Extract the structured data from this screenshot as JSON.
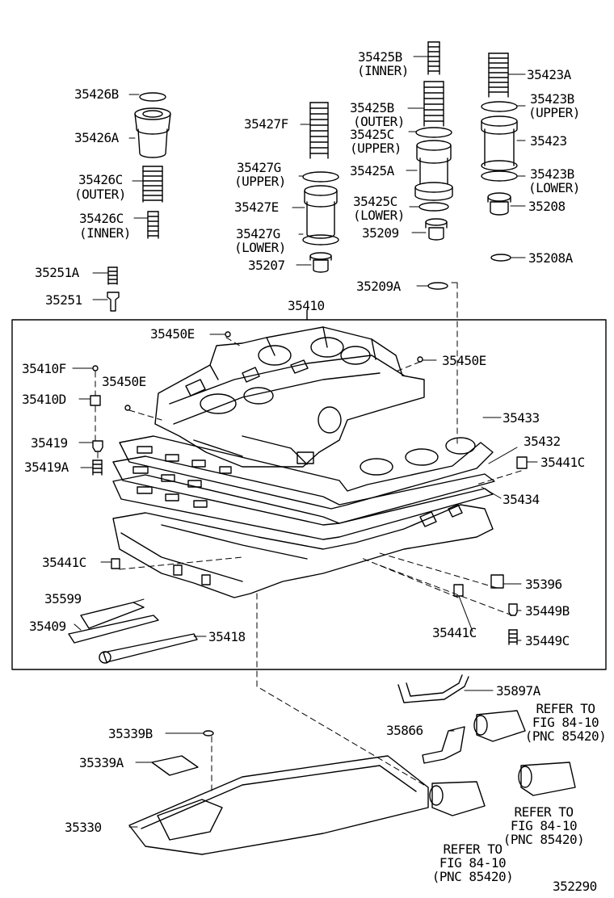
{
  "diagram_code": "352290",
  "group_label": "35410",
  "parts": {
    "p35426B": "35426B",
    "p35426A": "35426A",
    "p35426C_outer": "35426C",
    "p35426C_inner": "35426C",
    "p35251A": "35251A",
    "p35251": "35251",
    "p35427F": "35427F",
    "p35427G_upper": "35427G",
    "p35427E": "35427E",
    "p35427G_lower": "35427G",
    "p35207": "35207",
    "p35425B_inner": "35425B",
    "p35425B_outer": "35425B",
    "p35425C_upper": "35425C",
    "p35425A": "35425A",
    "p35425C_lower": "35425C",
    "p35209": "35209",
    "p35209A": "35209A",
    "p35423A": "35423A",
    "p35423B_upper": "35423B",
    "p35423": "35423",
    "p35423B_lower": "35423B",
    "p35208": "35208",
    "p35208A": "35208A",
    "p35450E_a": "35450E",
    "p35450E_b": "35450E",
    "p35450E_c": "35450E",
    "p35410F": "35410F",
    "p35410D": "35410D",
    "p35419": "35419",
    "p35419A": "35419A",
    "p35433": "35433",
    "p35432": "35432",
    "p35441C_a": "35441C",
    "p35434": "35434",
    "p35441C_b": "35441C",
    "p35396": "35396",
    "p35599": "35599",
    "p35409": "35409",
    "p35449B": "35449B",
    "p35418": "35418",
    "p35441C_c": "35441C",
    "p35449C": "35449C",
    "p35897A": "35897A",
    "p35339B": "35339B",
    "p35866": "35866",
    "p35339A": "35339A",
    "p35330": "35330"
  },
  "qualifiers": {
    "inner": "(INNER)",
    "outer": "(OUTER)",
    "upper": "(UPPER)",
    "lower": "(LOWER)"
  },
  "refs": {
    "ref1": {
      "l1": "REFER TO",
      "l2": "FIG 84-10",
      "l3": "(PNC 85420)"
    },
    "ref2": {
      "l1": "REFER TO",
      "l2": "FIG 84-10",
      "l3": "(PNC 85420)"
    },
    "ref3": {
      "l1": "REFER TO",
      "l2": "FIG 84-10",
      "l3": "(PNC 85420)"
    }
  }
}
